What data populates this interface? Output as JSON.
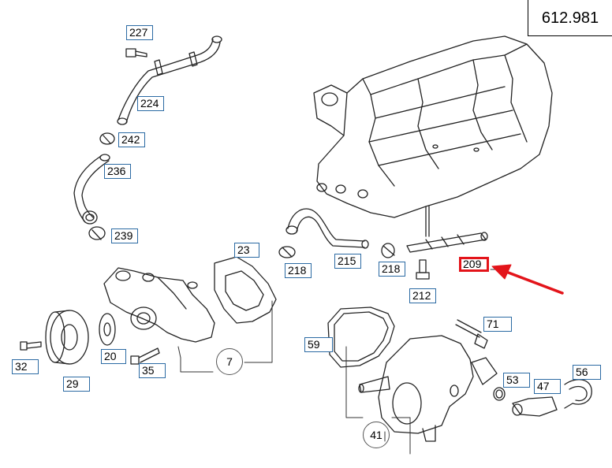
{
  "diagram_number": "612.981",
  "highlight_color": "#e3141a",
  "label_border_color": "#2b6aa3",
  "callouts": {
    "c227": "227",
    "c224": "224",
    "c242": "242",
    "c236": "236",
    "c239": "239",
    "c23": "23",
    "c218a": "218",
    "c215": "215",
    "c218b": "218",
    "c209": "209",
    "c212": "212",
    "c71": "71",
    "c59": "59",
    "c7": "7",
    "c32": "32",
    "c29": "29",
    "c20": "20",
    "c35": "35",
    "c53": "53",
    "c47": "47",
    "c56": "56",
    "c41": "41"
  }
}
